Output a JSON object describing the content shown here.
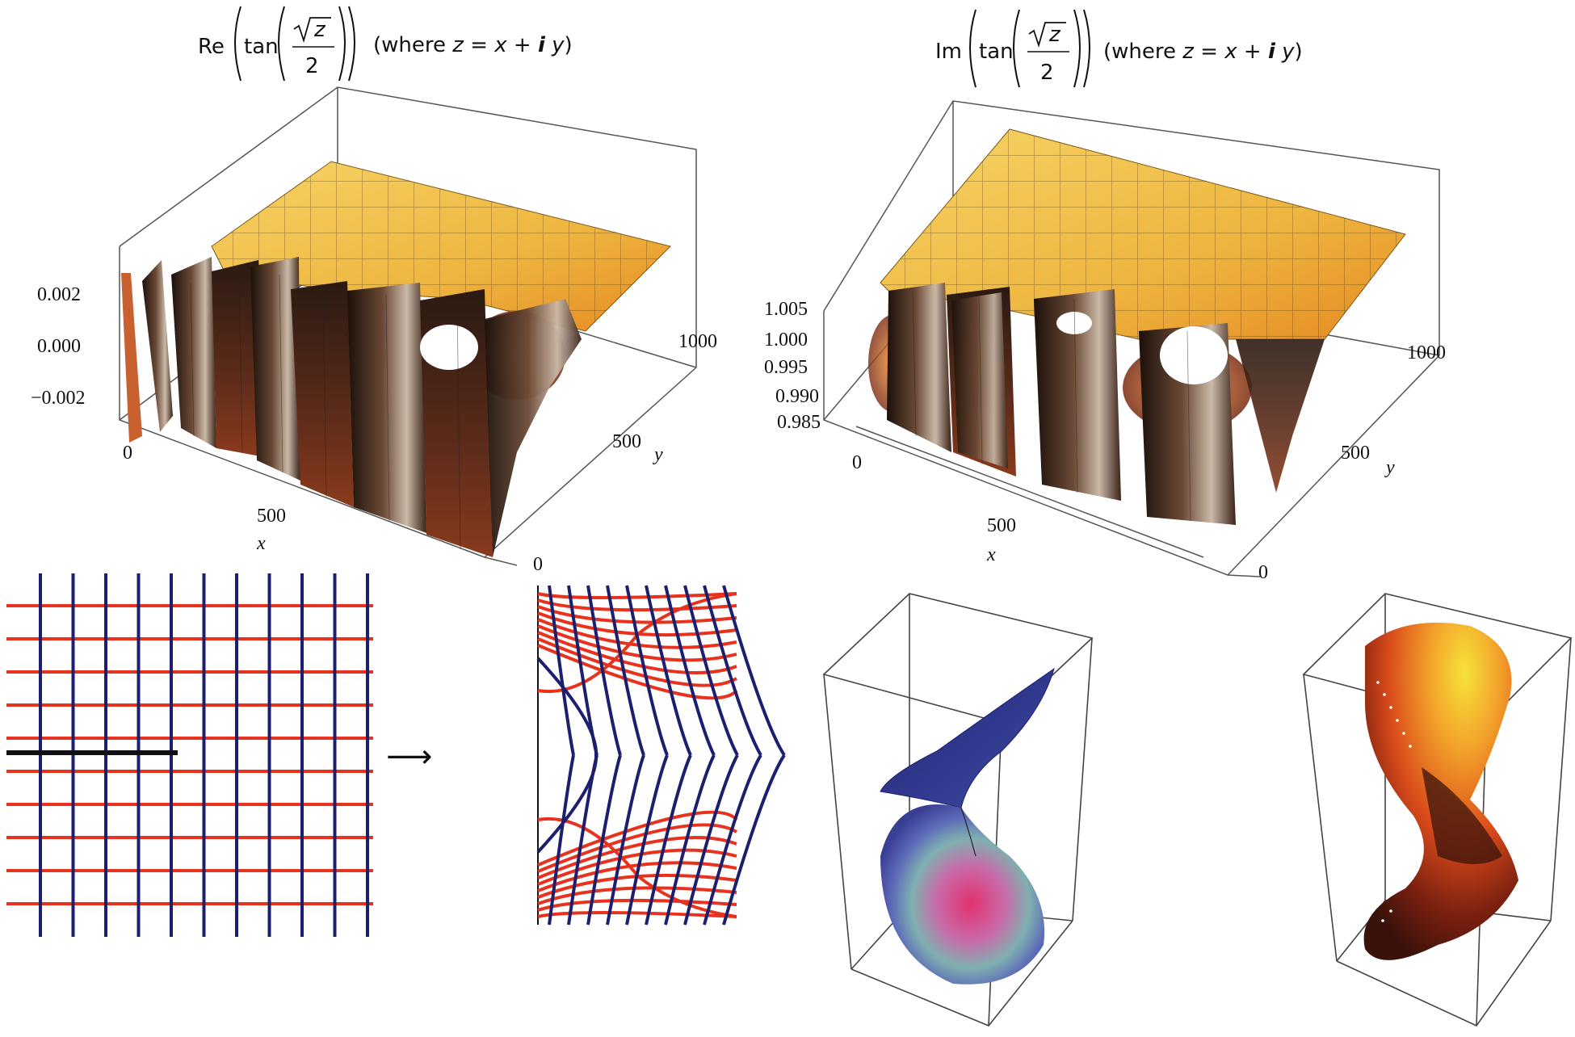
{
  "panels": {
    "re_plot": {
      "title": {
        "func": "Re",
        "op": "tan",
        "sqrt_arg": "z",
        "denominator": "2",
        "where": "(where ",
        "z": "z",
        "eq": " = ",
        "x": "x",
        "plus": " + ",
        "i": "i",
        "y": "y",
        "close": ")"
      },
      "z_ticks": [
        "0.002",
        "0.000",
        "−0.002"
      ],
      "x_ticks": [
        "0",
        "500"
      ],
      "y_ticks": [
        "1000",
        "500",
        "0"
      ],
      "x_label": "x",
      "y_label": "y"
    },
    "im_plot": {
      "title": {
        "func": "Im",
        "op": "tan",
        "sqrt_arg": "z",
        "denominator": "2",
        "where": "(where ",
        "z": "z",
        "eq": " = ",
        "x": "x",
        "plus": " + ",
        "i": "i",
        "y": "y",
        "close": ")"
      },
      "z_ticks": [
        "1.005",
        "1.000",
        "0.995",
        "0.990",
        "0.985"
      ],
      "x_ticks": [
        "0",
        "500"
      ],
      "y_ticks": [
        "1000",
        "500",
        "0"
      ],
      "x_label": "x",
      "y_label": "y"
    },
    "mapping": {
      "arrow_glyph": "⟶"
    }
  },
  "colors": {
    "grid_red": "#e8321e",
    "grid_blue": "#1c1f6e",
    "surface_yellow": "#f2c44a",
    "surface_dark": "#2b1a12",
    "box_line": "#333333"
  }
}
